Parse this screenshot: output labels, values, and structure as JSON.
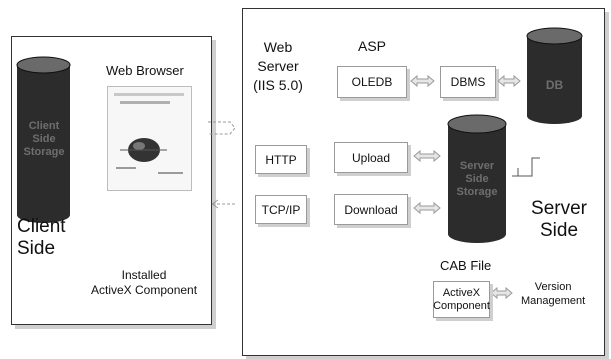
{
  "client": {
    "browser_label": "Web Browser",
    "storage_label": [
      "Client",
      "Side",
      "Storage"
    ],
    "side_label": [
      "Client",
      "Side"
    ],
    "component_label": [
      "Installed",
      "ActiveX Component"
    ]
  },
  "server": {
    "web_server_label": [
      "Web",
      "Server",
      "(IIS 5.0)"
    ],
    "asp_label": "ASP",
    "oledb_label": "OLEDB",
    "dbms_label": "DBMS",
    "db_label": "DB",
    "http_label": "HTTP",
    "tcpip_label": "TCP/IP",
    "upload_label": "Upload",
    "download_label": "Download",
    "storage_label": [
      "Server",
      "Side",
      "Storage"
    ],
    "side_label": [
      "Server",
      "Side"
    ],
    "cab_label": "CAB File",
    "activex_label": [
      "ActiveX",
      "Component"
    ],
    "version_label": [
      "Version",
      "Management"
    ]
  },
  "colors": {
    "cylinder": "#2c2c2c",
    "box_shadow": "#cfcfcf"
  }
}
